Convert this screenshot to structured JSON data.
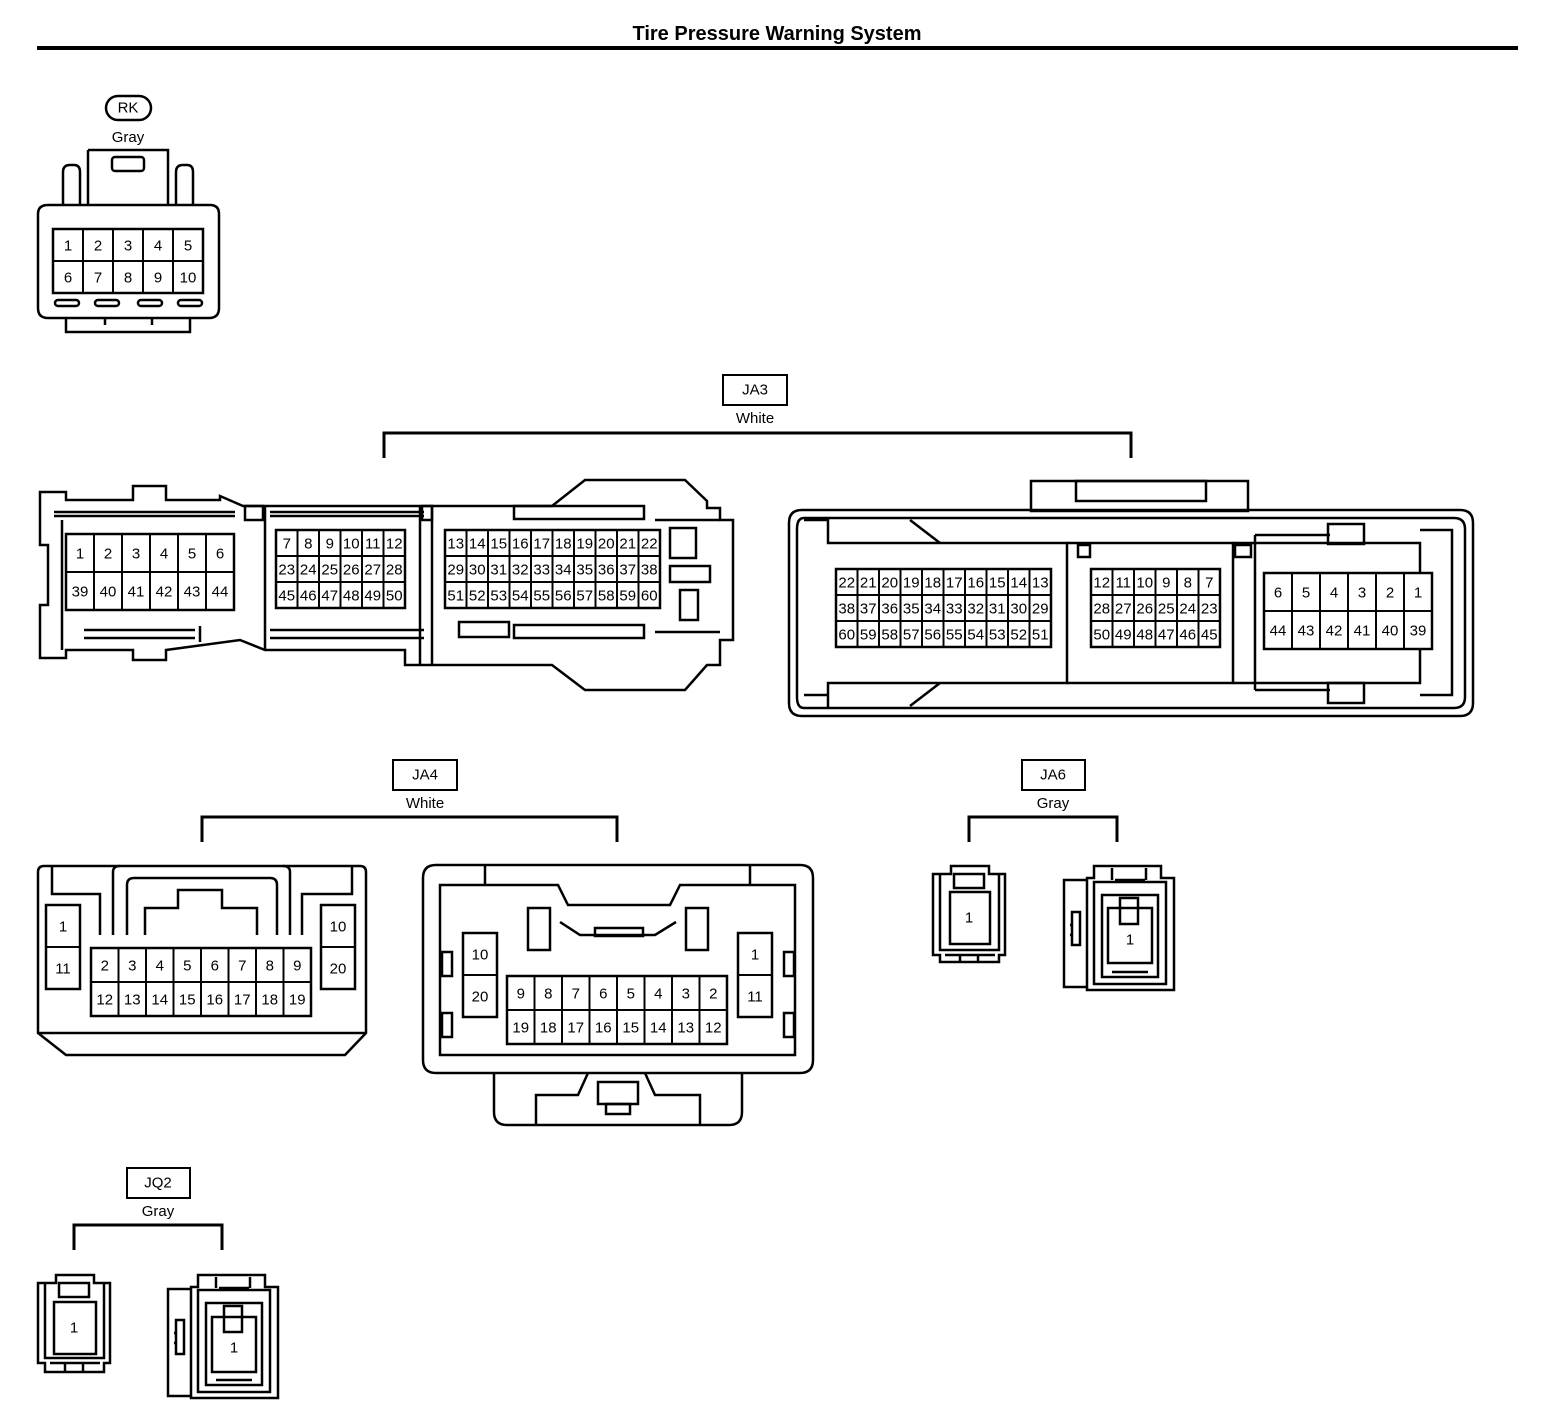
{
  "title": "Tire Pressure Warning System",
  "connectors": {
    "RK": {
      "code": "RK",
      "color": "Gray",
      "rows": [
        [
          "1",
          "2",
          "3",
          "4",
          "5"
        ],
        [
          "6",
          "7",
          "8",
          "9",
          "10"
        ]
      ]
    },
    "JA3": {
      "code": "JA3",
      "color": "White",
      "male": {
        "block_a": [
          [
            "1",
            "2",
            "3",
            "4",
            "5",
            "6"
          ],
          [
            "39",
            "40",
            "41",
            "42",
            "43",
            "44"
          ]
        ],
        "block_b": [
          [
            "7",
            "8",
            "9",
            "10",
            "11",
            "12"
          ],
          [
            "23",
            "24",
            "25",
            "26",
            "27",
            "28"
          ],
          [
            "45",
            "46",
            "47",
            "48",
            "49",
            "50"
          ]
        ],
        "block_c": [
          [
            "13",
            "14",
            "15",
            "16",
            "17",
            "18",
            "19",
            "20",
            "21",
            "22"
          ],
          [
            "29",
            "30",
            "31",
            "32",
            "33",
            "34",
            "35",
            "36",
            "37",
            "38"
          ],
          [
            "51",
            "52",
            "53",
            "54",
            "55",
            "56",
            "57",
            "58",
            "59",
            "60"
          ]
        ]
      },
      "female": {
        "block_c": [
          [
            "22",
            "21",
            "20",
            "19",
            "18",
            "17",
            "16",
            "15",
            "14",
            "13"
          ],
          [
            "38",
            "37",
            "36",
            "35",
            "34",
            "33",
            "32",
            "31",
            "30",
            "29"
          ],
          [
            "60",
            "59",
            "58",
            "57",
            "56",
            "55",
            "54",
            "53",
            "52",
            "51"
          ]
        ],
        "block_b": [
          [
            "12",
            "11",
            "10",
            "9",
            "8",
            "7"
          ],
          [
            "28",
            "27",
            "26",
            "25",
            "24",
            "23"
          ],
          [
            "50",
            "49",
            "48",
            "47",
            "46",
            "45"
          ]
        ],
        "block_a": [
          [
            "6",
            "5",
            "4",
            "3",
            "2",
            "1"
          ],
          [
            "44",
            "43",
            "42",
            "41",
            "40",
            "39"
          ]
        ]
      }
    },
    "JA4": {
      "code": "JA4",
      "color": "White",
      "male": {
        "left": [
          "1",
          "11"
        ],
        "center": [
          [
            "2",
            "3",
            "4",
            "5",
            "6",
            "7",
            "8",
            "9"
          ],
          [
            "12",
            "13",
            "14",
            "15",
            "16",
            "17",
            "18",
            "19"
          ]
        ],
        "right": [
          "10",
          "20"
        ]
      },
      "female": {
        "left": [
          "10",
          "20"
        ],
        "center": [
          [
            "9",
            "8",
            "7",
            "6",
            "5",
            "4",
            "3",
            "2"
          ],
          [
            "19",
            "18",
            "17",
            "16",
            "15",
            "14",
            "13",
            "12"
          ]
        ],
        "right": [
          "1",
          "11"
        ]
      }
    },
    "JA6": {
      "code": "JA6",
      "color": "Gray",
      "pins": [
        "1",
        "1"
      ]
    },
    "JQ2": {
      "code": "JQ2",
      "color": "Gray",
      "pins": [
        "1",
        "1"
      ]
    }
  }
}
